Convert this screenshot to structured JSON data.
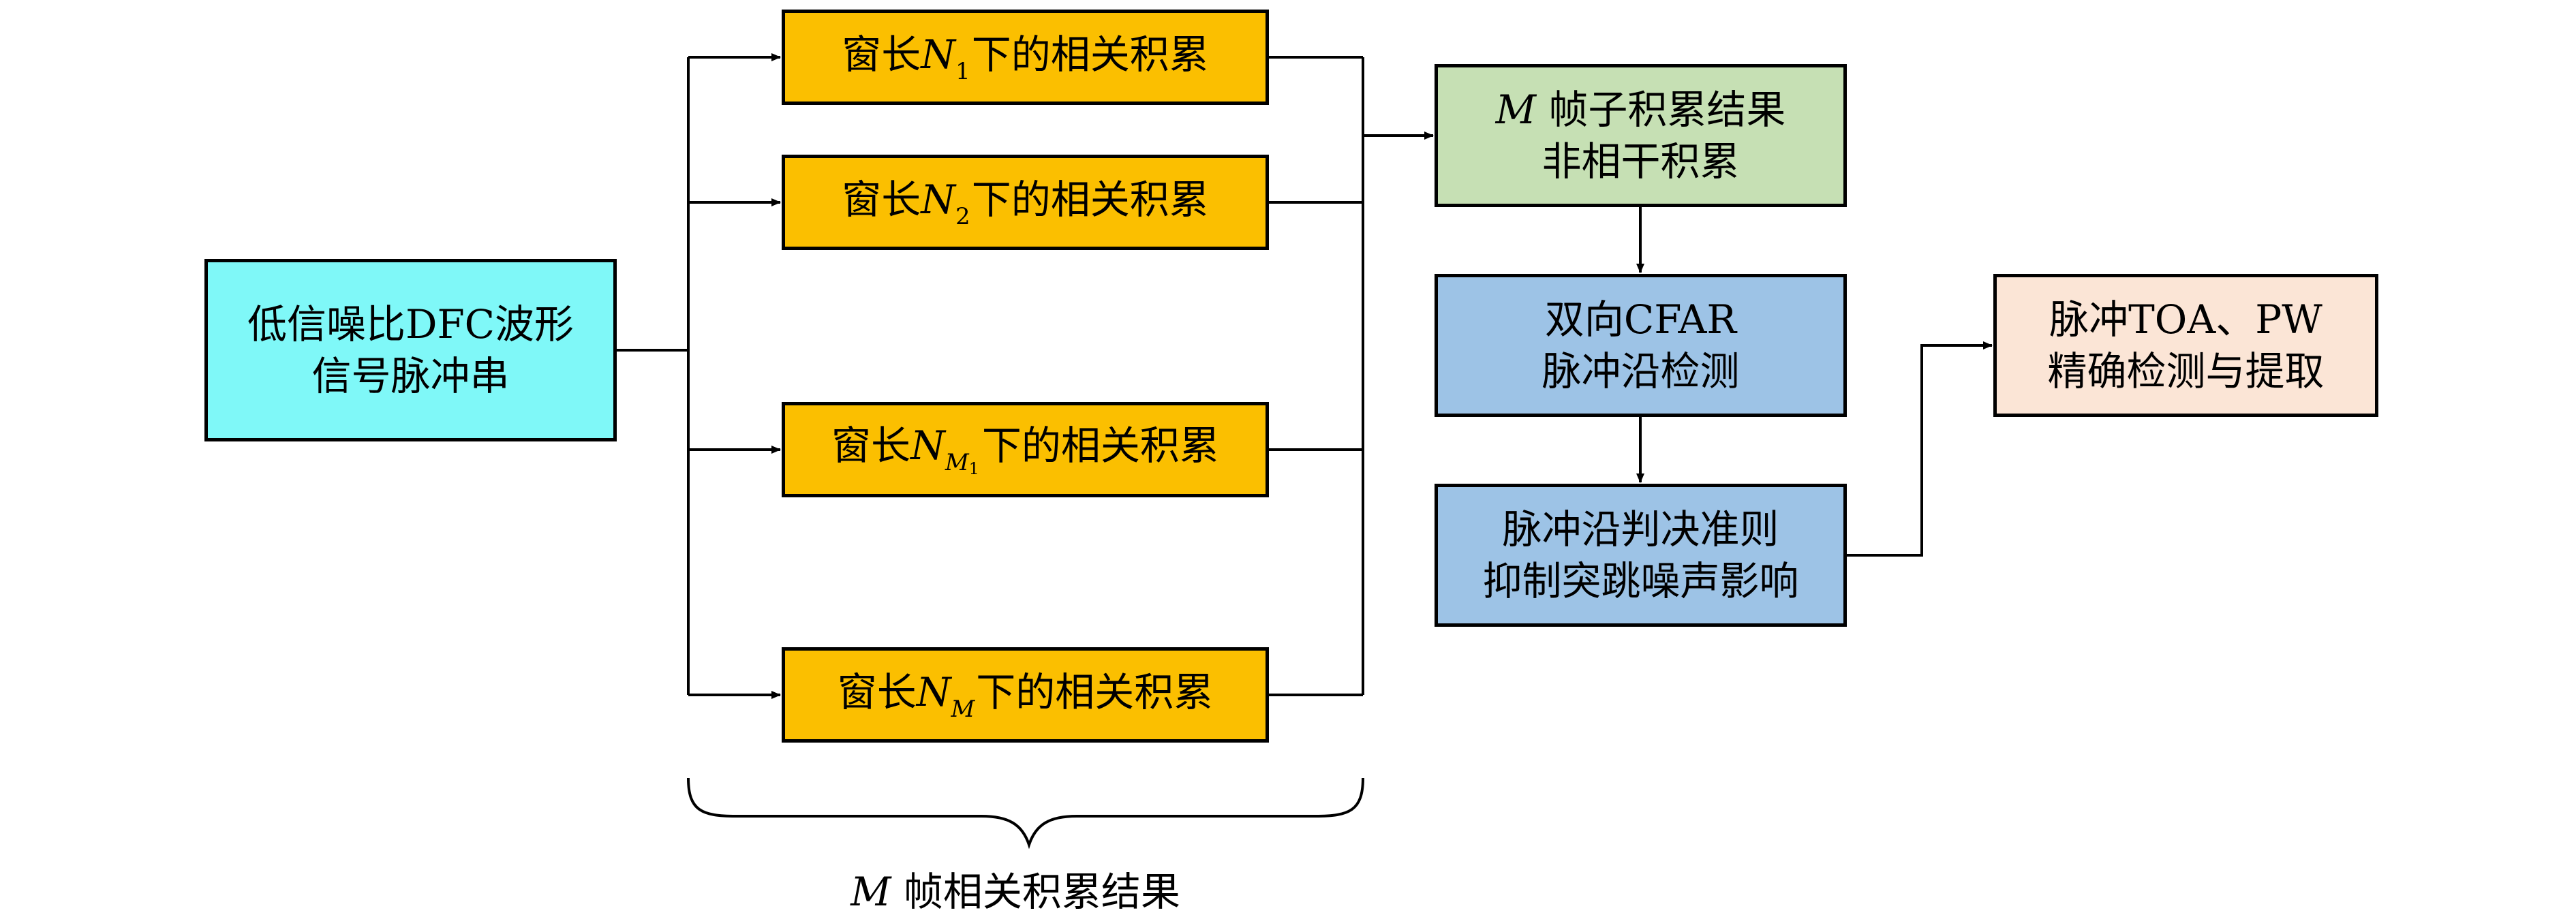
{
  "source_box": {
    "line1": "低信噪比DFC波形",
    "line2": "信号脉冲串"
  },
  "window_boxes": [
    {
      "prefix": "窗长",
      "var": "N",
      "sub": "1",
      "subsub": "",
      "suffix": "下的相关积累"
    },
    {
      "prefix": "窗长",
      "var": "N",
      "sub": "2",
      "subsub": "",
      "suffix": "下的相关积累"
    },
    {
      "prefix": "窗长",
      "var": "N",
      "sub": "M",
      "subsub": "1",
      "suffix": "下的相关积累"
    },
    {
      "prefix": "窗长",
      "var": "N",
      "sub": "M",
      "subsub": "",
      "suffix": "下的相关积累"
    }
  ],
  "noncoherent_box": {
    "var": "M",
    "line1_rest": " 帧子积累结果",
    "line2": "非相干积累"
  },
  "cfar_box": {
    "line1": "双向CFAR",
    "line2": "脉冲沿检测"
  },
  "rule_box": {
    "line1": "脉冲沿判决准则",
    "line2": "抑制突跳噪声影响"
  },
  "toa_box": {
    "line1": "脉冲TOA、PW",
    "line2": "精确检测与提取"
  },
  "brace_caption": {
    "var": "M",
    "rest": " 帧相关积累结果"
  },
  "colors": {
    "source": "#7ff8f8",
    "window": "#fbbf00",
    "noncoherent": "#c6e0b4",
    "detection": "#9dc3e6",
    "output": "#fbe5d6",
    "line": "#000000"
  }
}
